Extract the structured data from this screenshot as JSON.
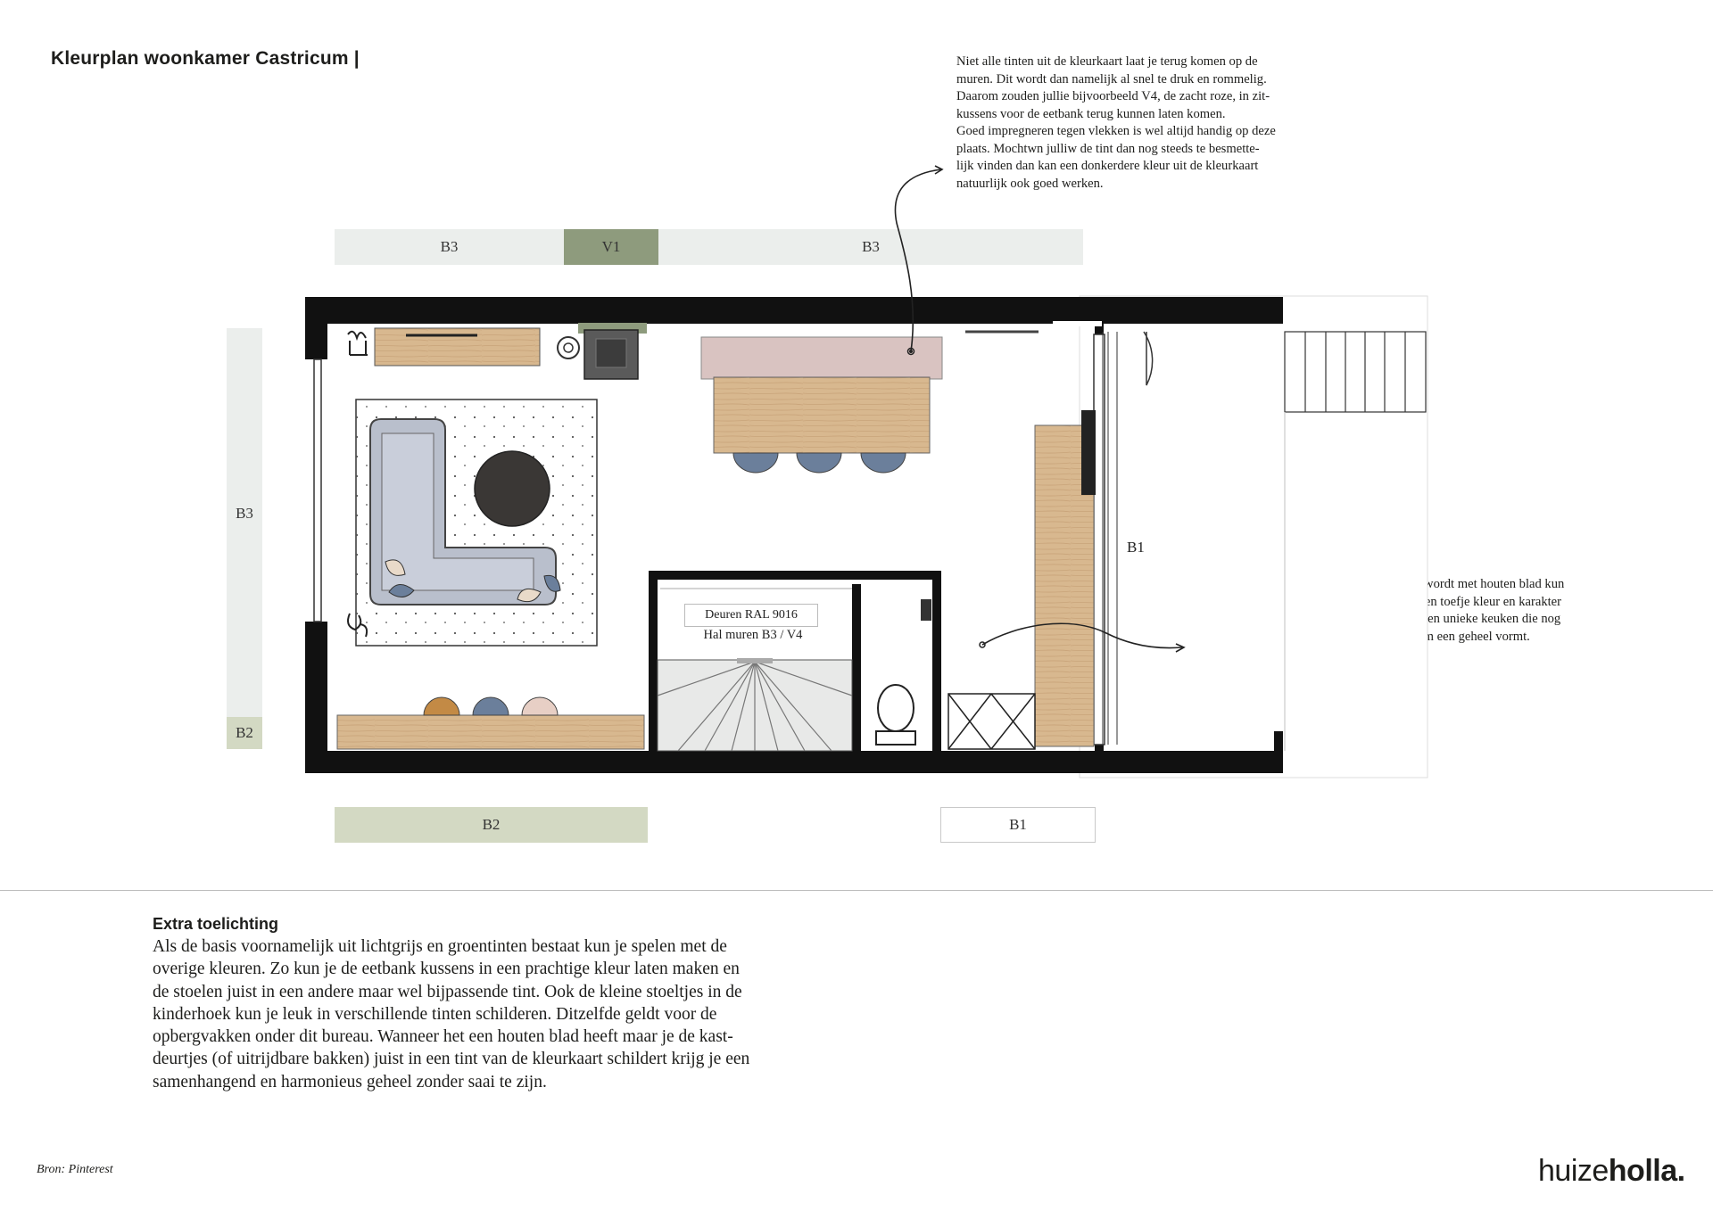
{
  "title": "Kleurplan woonkamer Castricum |",
  "note_top": "Niet alle tinten uit de kleurkaart laat je terug komen op de\nmuren. Dit wordt dan namelijk al snel te druk en rommelig.\nDaarom zouden jullie bijvoorbeeld V4, de zacht roze, in zit-\nkussens voor de eetbank terug kunnen laten komen.\nGoed impregneren tegen vlekken is wel altijd handig op deze\nplaats. Mochtwn julliw de tint dan nog steeds te besmette-\nlijk vinden dan kan een donkerdere kleur uit de kleurkaart\nnatuurlijk ook goed werken.",
  "note_right": "Als de keuken in een neutrale tint gekozen wordt met houten blad kun\nje hier mooie tegeltjes bij plaatsen die net een toefje kleur en karakter\ntoevoegen. Hierdoor krijg je echt een eigen en unieke keuken die nog\nsteeds bij de rest van het huis past en daarom een geheel vormt.",
  "swatches": {
    "top_left": "B3",
    "top_mid": "V1",
    "top_right": "B3",
    "left_long": "B3",
    "left_small": "B2",
    "bottom_left": "B2",
    "bottom_right": "B1"
  },
  "plan": {
    "wall_right_label": "B1",
    "doors_label": "Deuren RAL 9016",
    "hall_label": "Hal muren B3 / V4"
  },
  "extra": {
    "heading": "Extra toelichting",
    "body": "Als de basis voornamelijk uit lichtgrijs en groentinten bestaat kun je spelen met de\noverige kleuren. Zo kun je de eetbank kussens in een prachtige kleur laten maken en\nde stoelen juist in een andere maar wel bijpassende tint. Ook de kleine stoeltjes in de\nkinderhoek kun je leuk in verschillende tinten schilderen. Ditzelfde geldt voor de\nopbergvakken onder dit bureau. Wanneer het een houten blad heeft maar je de kast-\ndeurtjes (of uitrijdbare bakken) juist in een tint van de kleurkaart schildert krijg je een\nsamenhangend en harmonieus geheel zonder saai te zijn."
  },
  "source": "Bron: Pinterest",
  "logo": {
    "light": "huize",
    "bold": "holla."
  },
  "colors": {
    "B1": "#ffffff",
    "B2": "#d3d9c3",
    "B3": "#ebeeec",
    "V1": "#8e9b7d",
    "V4": "#d9c3c1",
    "wood": "#d5b48c",
    "wall": "#111111",
    "sofa": "#b9bfcc",
    "chair_blue": "#6b7f9b",
    "chair_ochre": "#c38a45",
    "chair_pink": "#e7cfc5"
  }
}
